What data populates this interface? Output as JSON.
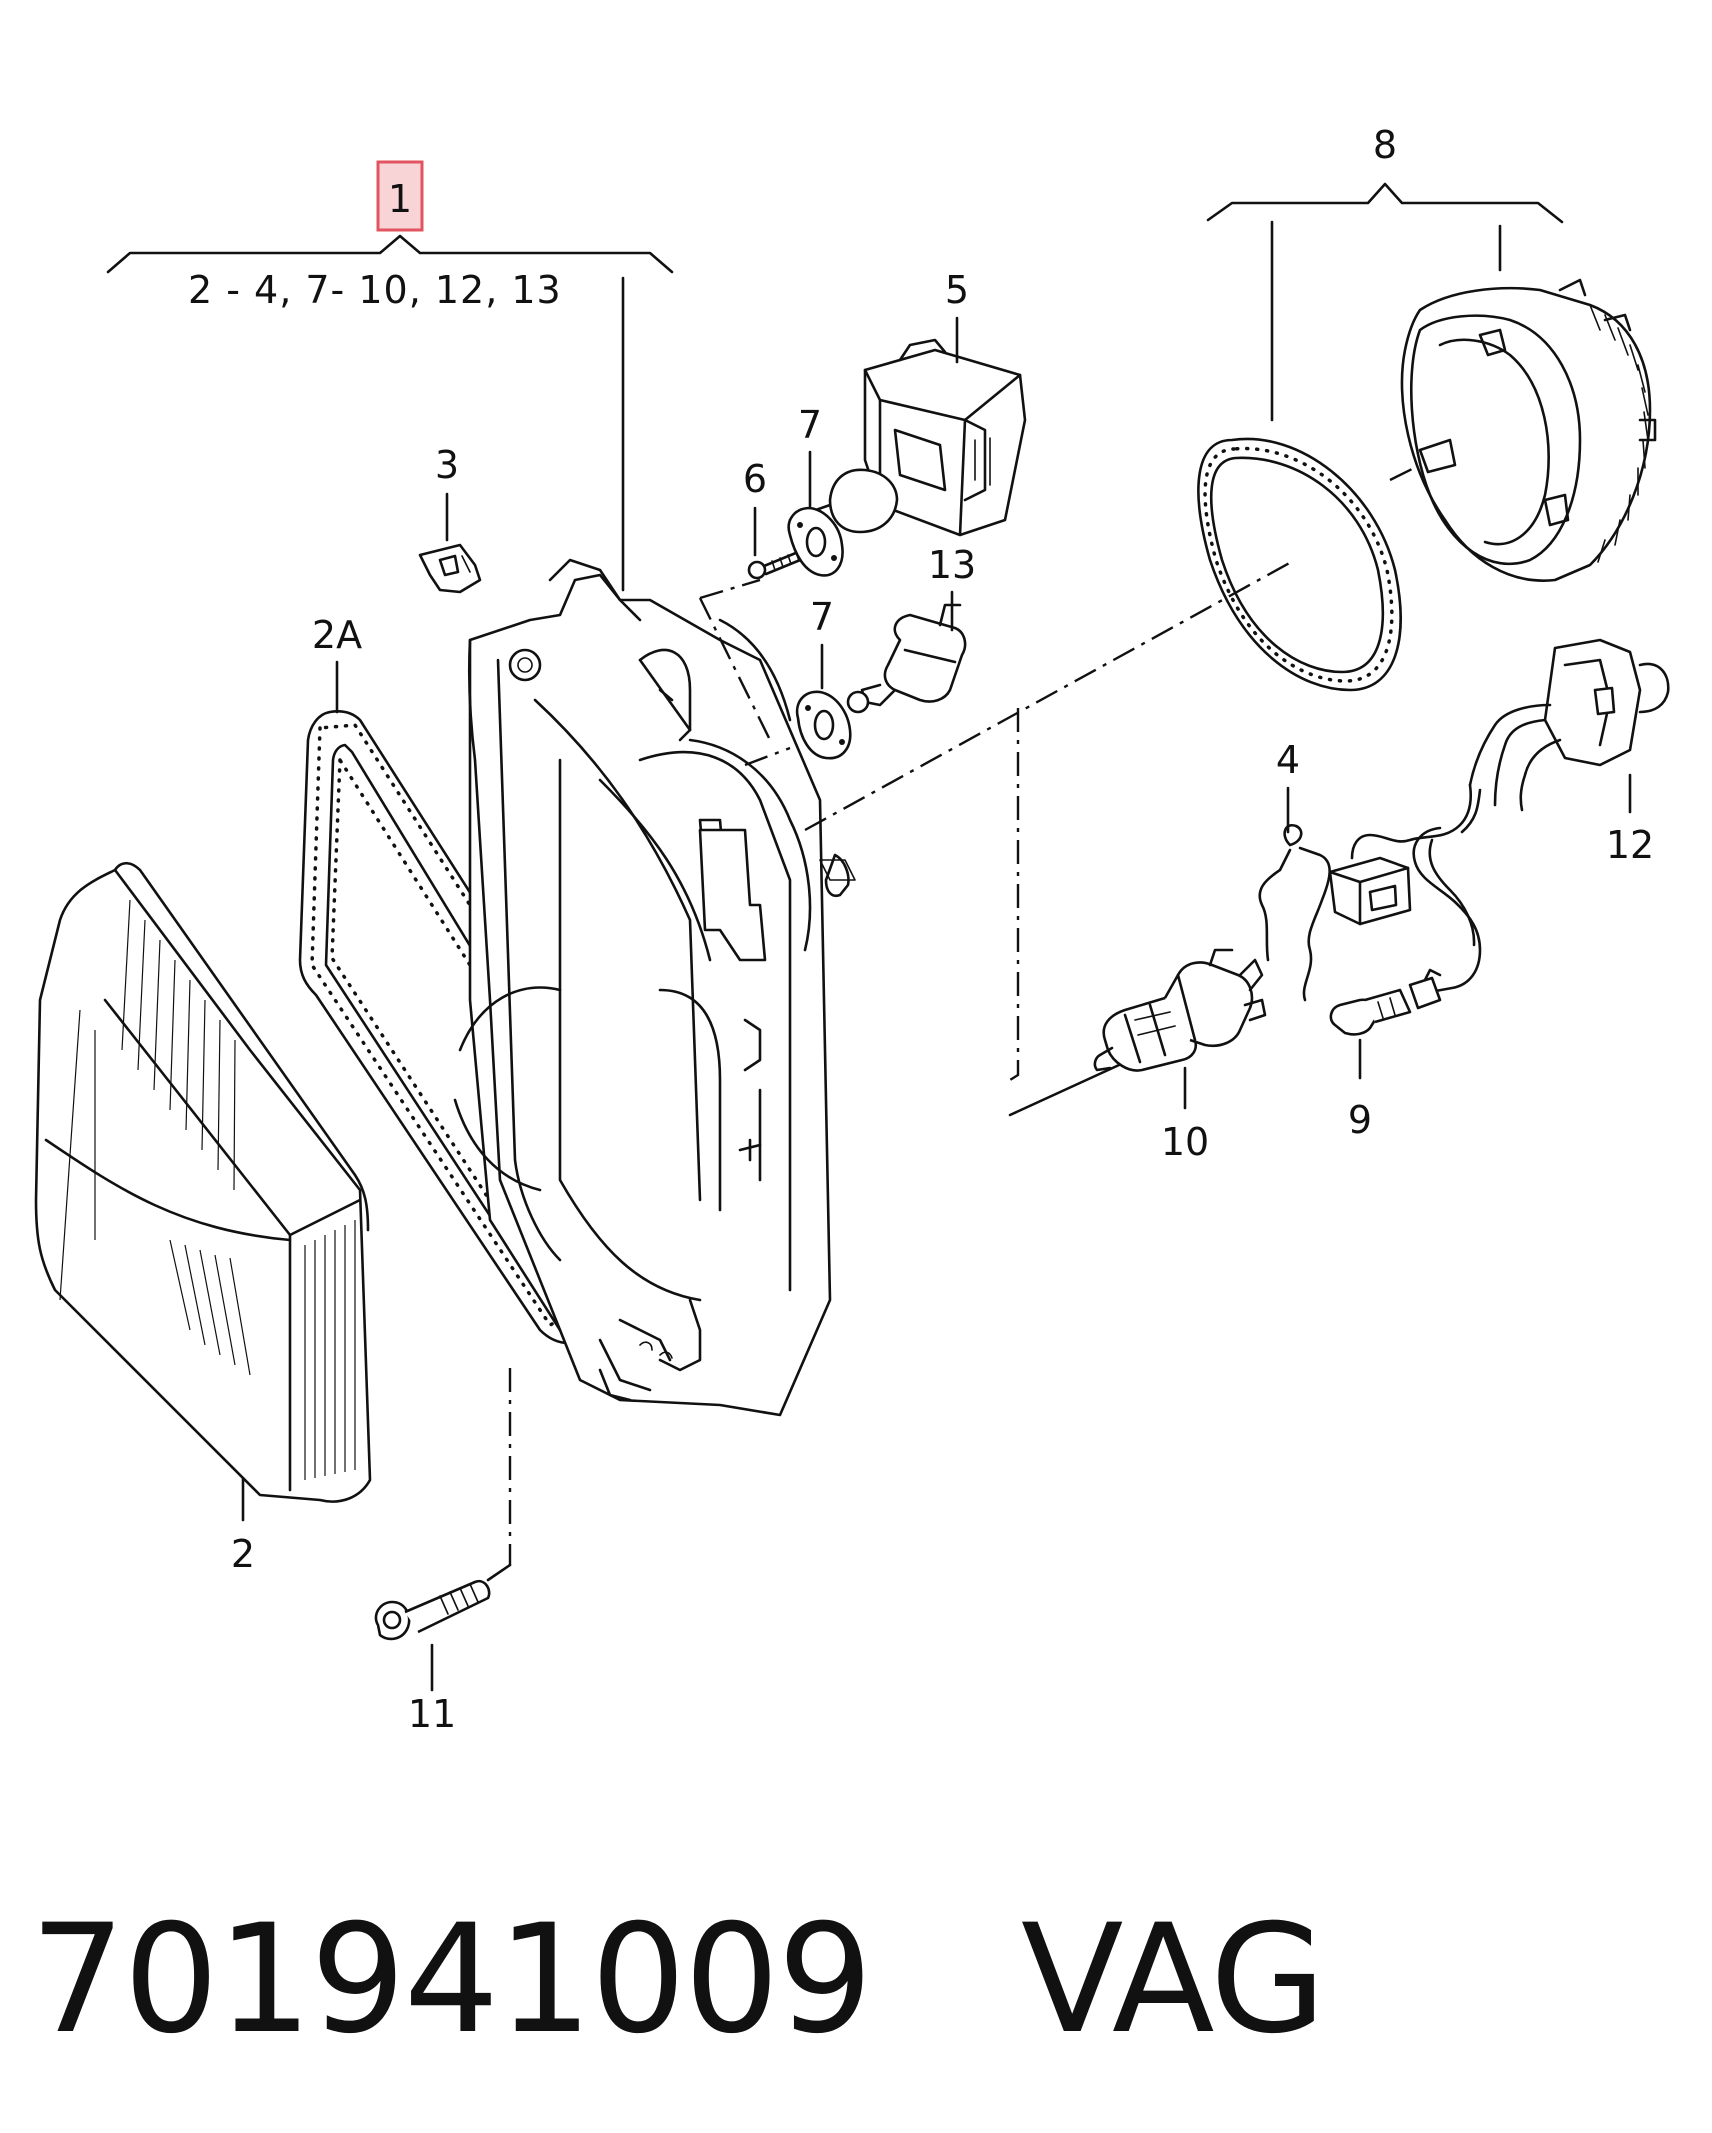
{
  "callouts": {
    "assembly": "1",
    "assembly_range": "2 - 4,  7- 10, 12, 13",
    "lens": "2",
    "gasket_2a": "2A",
    "clip": "3",
    "spring": "4",
    "motor": "5",
    "screw_6": "6",
    "ring_7_upper": "7",
    "ring_7_lower": "7",
    "assembly_8": "8",
    "bulb_9": "9",
    "bulb_10": "10",
    "bolt_11": "11",
    "harness_12": "12",
    "bulb_13": "13"
  },
  "footer": {
    "part_number": "701941009",
    "brand": "VAG"
  },
  "colors": {
    "highlight_fill": "#f8d4d6",
    "highlight_border": "#e05560",
    "ink": "#111111"
  }
}
